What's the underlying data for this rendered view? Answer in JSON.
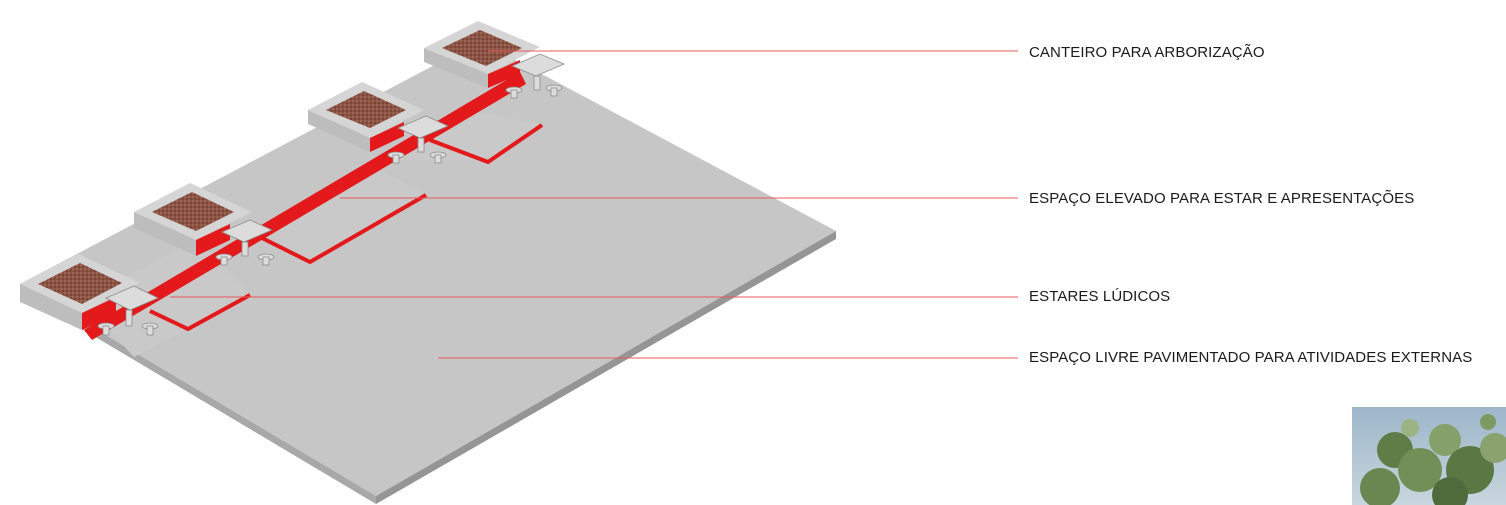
{
  "annotations": [
    {
      "id": "tree-planter",
      "text": "CANTEIRO PARA ARBORIZAÇÃO"
    },
    {
      "id": "raised-stage",
      "text": "ESPAÇO ELEVADO PARA ESTAR E APRESENTAÇÕES"
    },
    {
      "id": "play-seating",
      "text": "ESTARES LÚDICOS"
    },
    {
      "id": "paved-open-space",
      "text": "ESPAÇO LIVRE PAVIMENTADO PARA ATIVIDADES EXTERNAS"
    }
  ],
  "colors": {
    "slab": "#c6c6c6",
    "slab_side": "#9e9e9e",
    "accent_red": "#e3191b",
    "leader_line": "#e8585a",
    "planter_soil": "#8b5444",
    "foliage": "#6e8f55"
  }
}
